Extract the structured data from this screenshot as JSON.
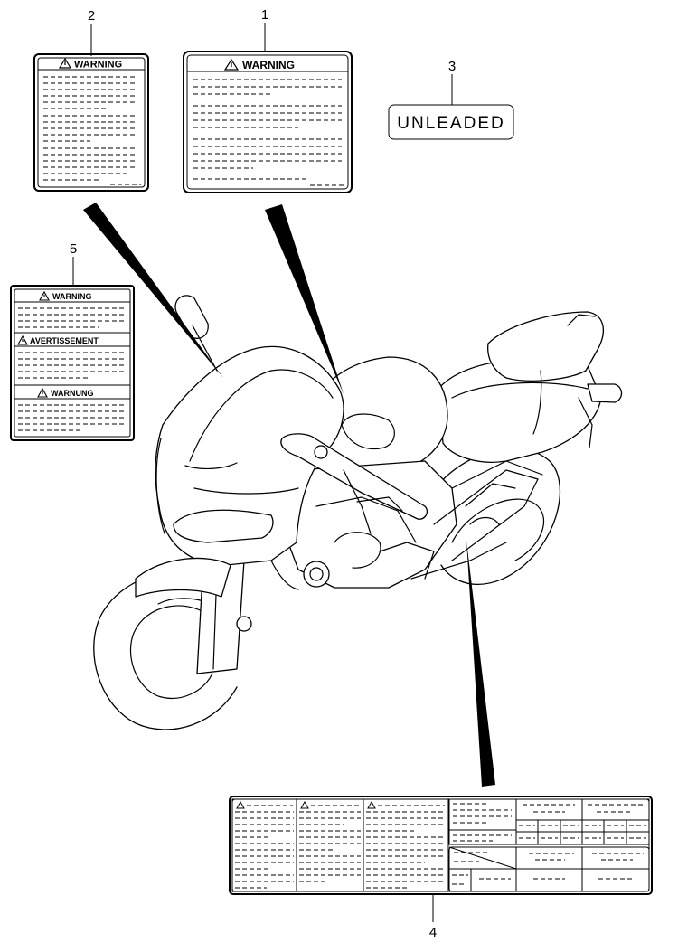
{
  "callouts": {
    "n1": "1",
    "n2": "2",
    "n3": "3",
    "n4": "4",
    "n5": "5"
  },
  "label_1": {
    "title": "WARNING"
  },
  "label_2": {
    "title": "WARNING"
  },
  "label_3": {
    "text": "UNLEADED"
  },
  "label_5": {
    "section1": "AVERTISSEMENT",
    "section0": "WARNING",
    "section2": "WARNUNG"
  }
}
